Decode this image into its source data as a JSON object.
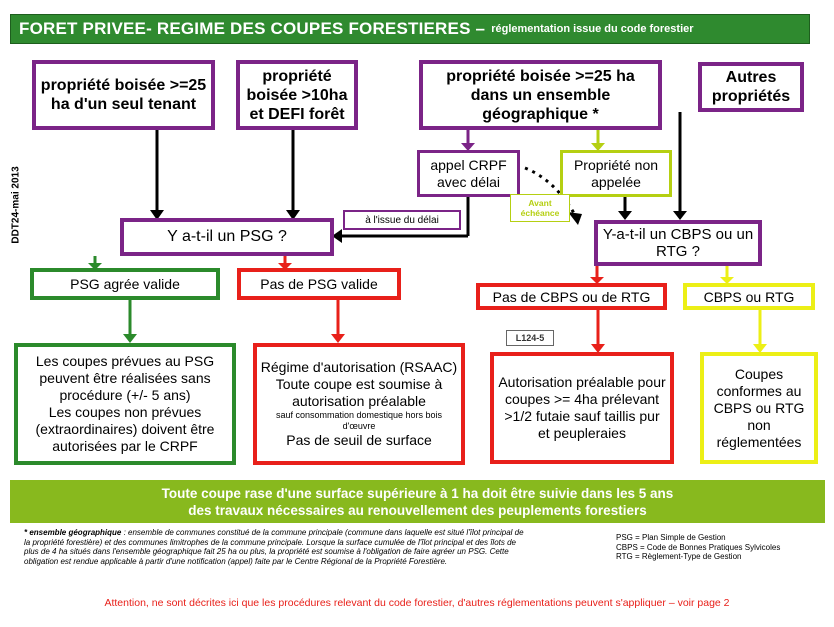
{
  "title": {
    "main": "FORET PRIVEE- REGIME DES COUPES FORESTIERES –",
    "sub": "réglementation issue du code forestier"
  },
  "side_label": "DDT24-mai 2013",
  "top_boxes": [
    "propriété boisée >=25 ha d'un seul tenant",
    "propriété boisée >10ha et DEFI forêt",
    "propriété boisée >=25 ha dans un ensemble géographique *",
    "Autres propriétés"
  ],
  "appel_crpf": "appel CRPF avec délai",
  "propriete_non_appelee": "Propriété non appelée",
  "issue_delai": "à l'issue du délai",
  "avant_echeance": "Avant échéance",
  "question_psg": "Y a-t-il un PSG ?",
  "question_cbps": "Y-a-t-il un CBPS ou un RTG ?",
  "psg_valide": "PSG agrée valide",
  "pas_psg": "Pas de PSG valide",
  "pas_cbps": "Pas de CBPS ou de RTG",
  "cbps_rtg": "CBPS ou RTG",
  "l124": "L124-5",
  "outcome_psg": {
    "line1": "Les coupes prévues au PSG peuvent être réalisées sans procédure (+/- 5 ans)",
    "line2": "Les coupes non prévues (extraordinaires) doivent être autorisées par le CRPF"
  },
  "outcome_rsaac": {
    "line1": "Régime d'autorisation (RSAAC)",
    "line2": "Toute coupe est soumise à autorisation préalable",
    "line3": "sauf consommation domestique hors bois d'œuvre",
    "line4": "Pas de seuil de surface"
  },
  "outcome_autorisation": "Autorisation préalable pour coupes >= 4ha prélevant >1/2 futaie sauf taillis pur et peupleraies",
  "outcome_cbps": "Coupes conformes au CBPS ou RTG non réglementées",
  "footer": {
    "line1": "Toute coupe rase d'une surface supérieure à 1 ha doit être suivie dans les 5 ans",
    "line2": "des travaux nécessaires au renouvellement des peuplements forestiers"
  },
  "note": {
    "label": "* ensemble géographique",
    "text": " : ensemble de communes constitué de la commune principale (commune dans laquelle est situé l'îlot principal de la propriété forestière) et des communes limitrophes de la commune principale. Lorsque la surface cumulée de l'îlot principal et des îlots de plus de 4 ha situés dans l'ensemble géographique fait 25 ha ou plus, la propriété est soumise à l'obligation de faire agréer un PSG. Cette obligation est rendue applicable à partir d'une notification (appel) faite par le Centre Régional de la Propriété Forestière."
  },
  "legend": [
    "PSG = Plan Simple de Gestion",
    "CBPS = Code de Bonnes Pratiques Sylvicoles",
    "RTG = Règlement-Type de Gestion"
  ],
  "attention": "Attention, ne sont décrites ici que les procédures relevant du code forestier, d'autres réglementations peuvent s'appliquer – voir page 2",
  "colors": {
    "purple": "#7b2487",
    "red": "#e8201a",
    "green": "#2b8a2b",
    "lime": "#b5cf12",
    "yellow": "#ecef16",
    "title_green": "#2f8a2f",
    "footer_green": "#88b91e"
  }
}
